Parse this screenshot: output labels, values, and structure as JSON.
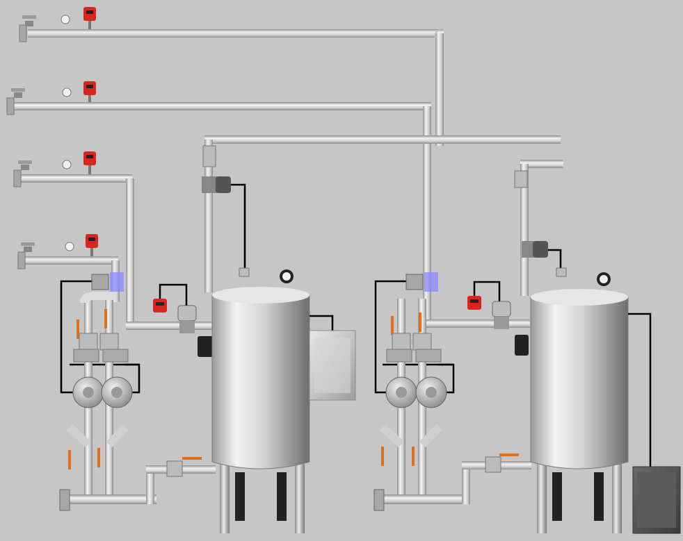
{
  "scene": {
    "background": "#c6c6c6",
    "pipe_color": "#d7d7d7",
    "tank_color": "#bdbdbd",
    "signal_wire_color": "#000000",
    "transmitter_color": "#d7261e",
    "valve_handle_color": "#e0701c",
    "flow_sensor_glow": "#8d8dff"
  },
  "inlet_lines": [
    {
      "id": "inlet-1"
    },
    {
      "id": "inlet-2"
    },
    {
      "id": "inlet-3"
    },
    {
      "id": "inlet-4"
    }
  ],
  "tanks": [
    {
      "id": "tank-left"
    },
    {
      "id": "tank-right"
    }
  ],
  "pumps": [
    {
      "id": "pump-left-a"
    },
    {
      "id": "pump-left-b"
    },
    {
      "id": "pump-right-a"
    },
    {
      "id": "pump-right-b"
    }
  ],
  "control_panels": [
    {
      "id": "control-panel-left"
    },
    {
      "id": "control-panel-right"
    }
  ]
}
